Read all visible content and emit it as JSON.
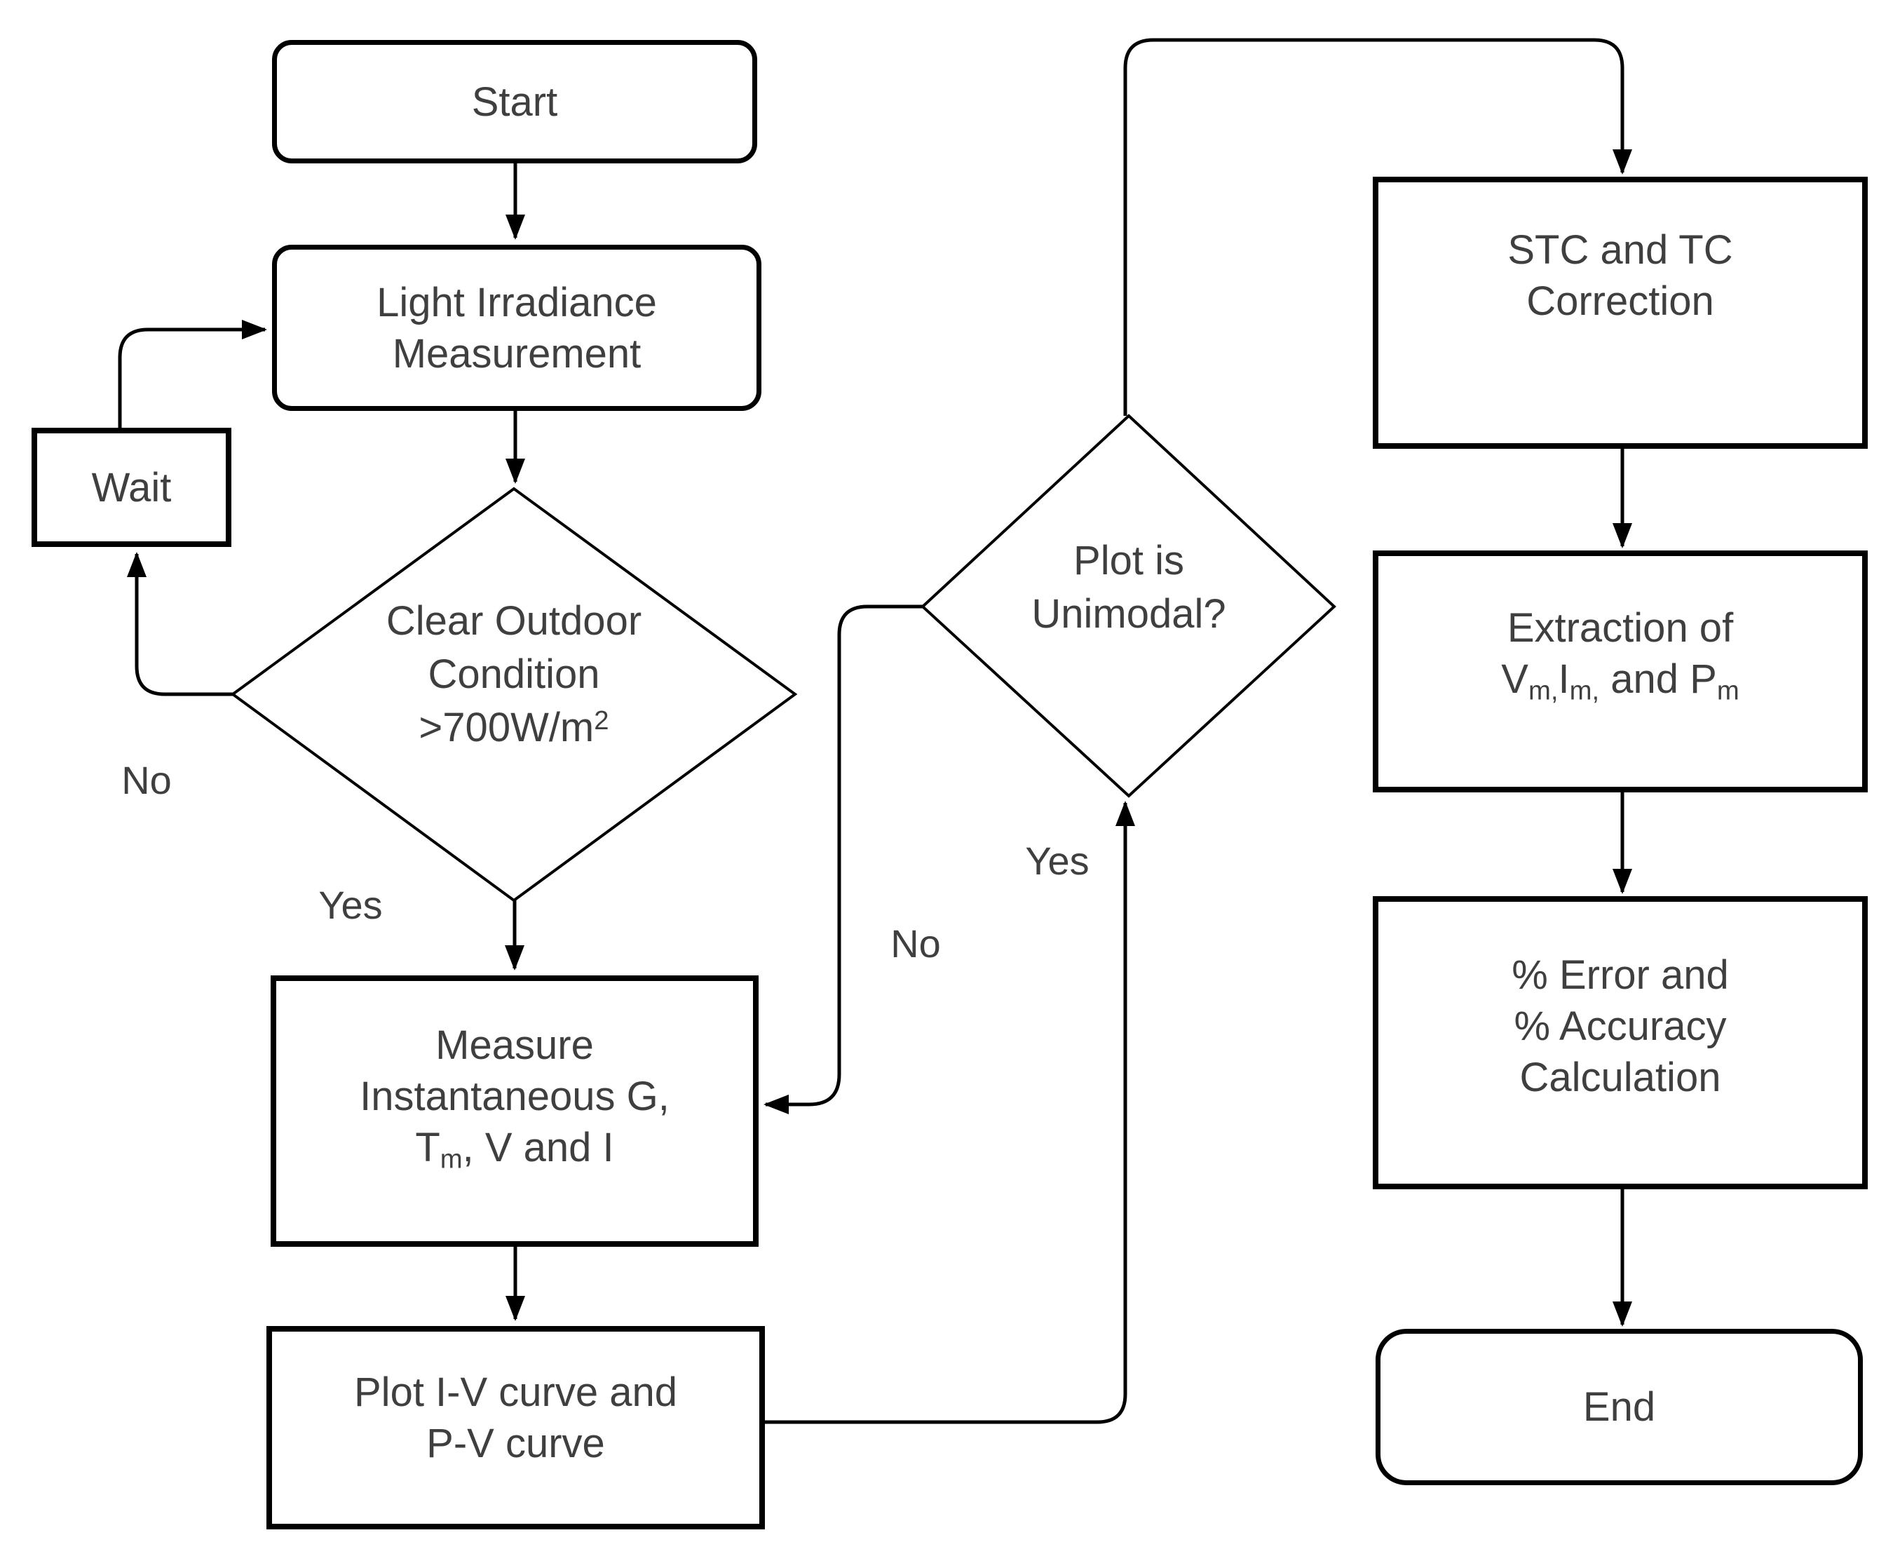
{
  "colors": {
    "stroke": "#000000",
    "text": "#3f3f3f",
    "background": "#ffffff"
  },
  "nodes": {
    "start": {
      "label": "Start"
    },
    "light_irradiance": {
      "lines": [
        "Light Irradiance",
        "Measurement"
      ]
    },
    "wait": {
      "label": "Wait"
    },
    "clear_outdoor_decision": {
      "lines": [
        "Clear Outdoor",
        "Condition",
        "&gt;700W/m<sup>2</sup>"
      ]
    },
    "measure": {
      "lines": [
        "Measure",
        "Instantaneous G,",
        "T<sub>m</sub>, V and I"
      ]
    },
    "plot_curves": {
      "lines": [
        "Plot I-V curve and",
        "P-V curve"
      ]
    },
    "unimodal_decision": {
      "lines": [
        "Plot is",
        "Unimodal?"
      ]
    },
    "stc_correction": {
      "lines": [
        "STC and TC",
        "Correction"
      ]
    },
    "extraction": {
      "lines": [
        "Extraction of",
        "V<sub>m,</sub>I<sub>m,</sub> and P<sub>m</sub>"
      ]
    },
    "error_accuracy": {
      "lines": [
        "% Error and",
        "% Accuracy",
        "Calculation"
      ]
    },
    "end": {
      "label": "End"
    }
  },
  "edge_labels": {
    "clear_no": "No",
    "clear_yes": "Yes",
    "unimodal_no": "No",
    "unimodal_yes": "Yes"
  }
}
